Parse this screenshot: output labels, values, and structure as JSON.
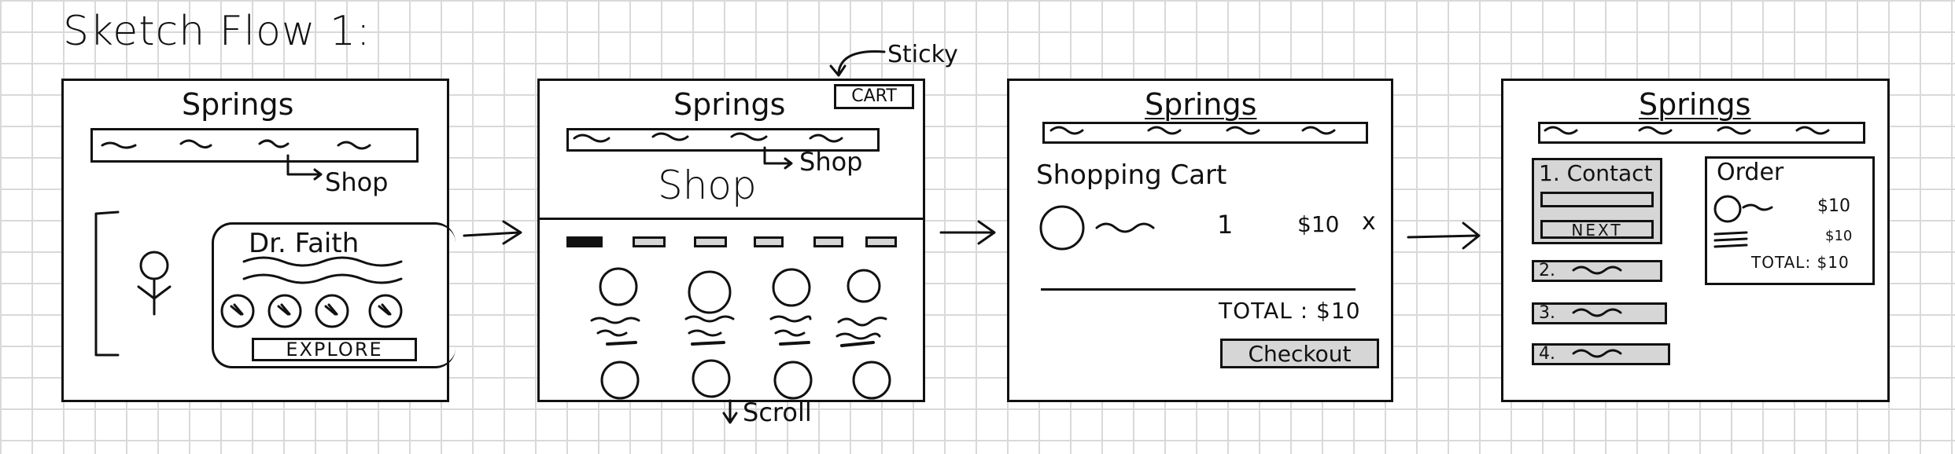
{
  "title": "Sketch Flow 1:",
  "annotation_sticky": "Sticky",
  "frame1": {
    "brand": "Springs",
    "nav_note": "Shop",
    "card_title": "Dr. Faith",
    "explore_label": "EXPLORE"
  },
  "frame2": {
    "brand": "Springs",
    "cart_label": "CART",
    "nav_note": "Shop",
    "heading": "Shop",
    "scroll_note": "Scroll"
  },
  "frame3": {
    "brand": "Springs",
    "heading": "Shopping Cart",
    "qty": "1",
    "price": "$10",
    "remove": "x",
    "total": "TOTAL : $10",
    "checkout_label": "Checkout"
  },
  "frame4": {
    "brand": "Springs",
    "contact_label": "1. Contact",
    "next_label": "NEXT",
    "step2": "2.",
    "step3": "3.",
    "step4": "4.",
    "order_label": "Order",
    "item_price": "$10",
    "item2_price": "$10",
    "total": "TOTAL: $10"
  }
}
